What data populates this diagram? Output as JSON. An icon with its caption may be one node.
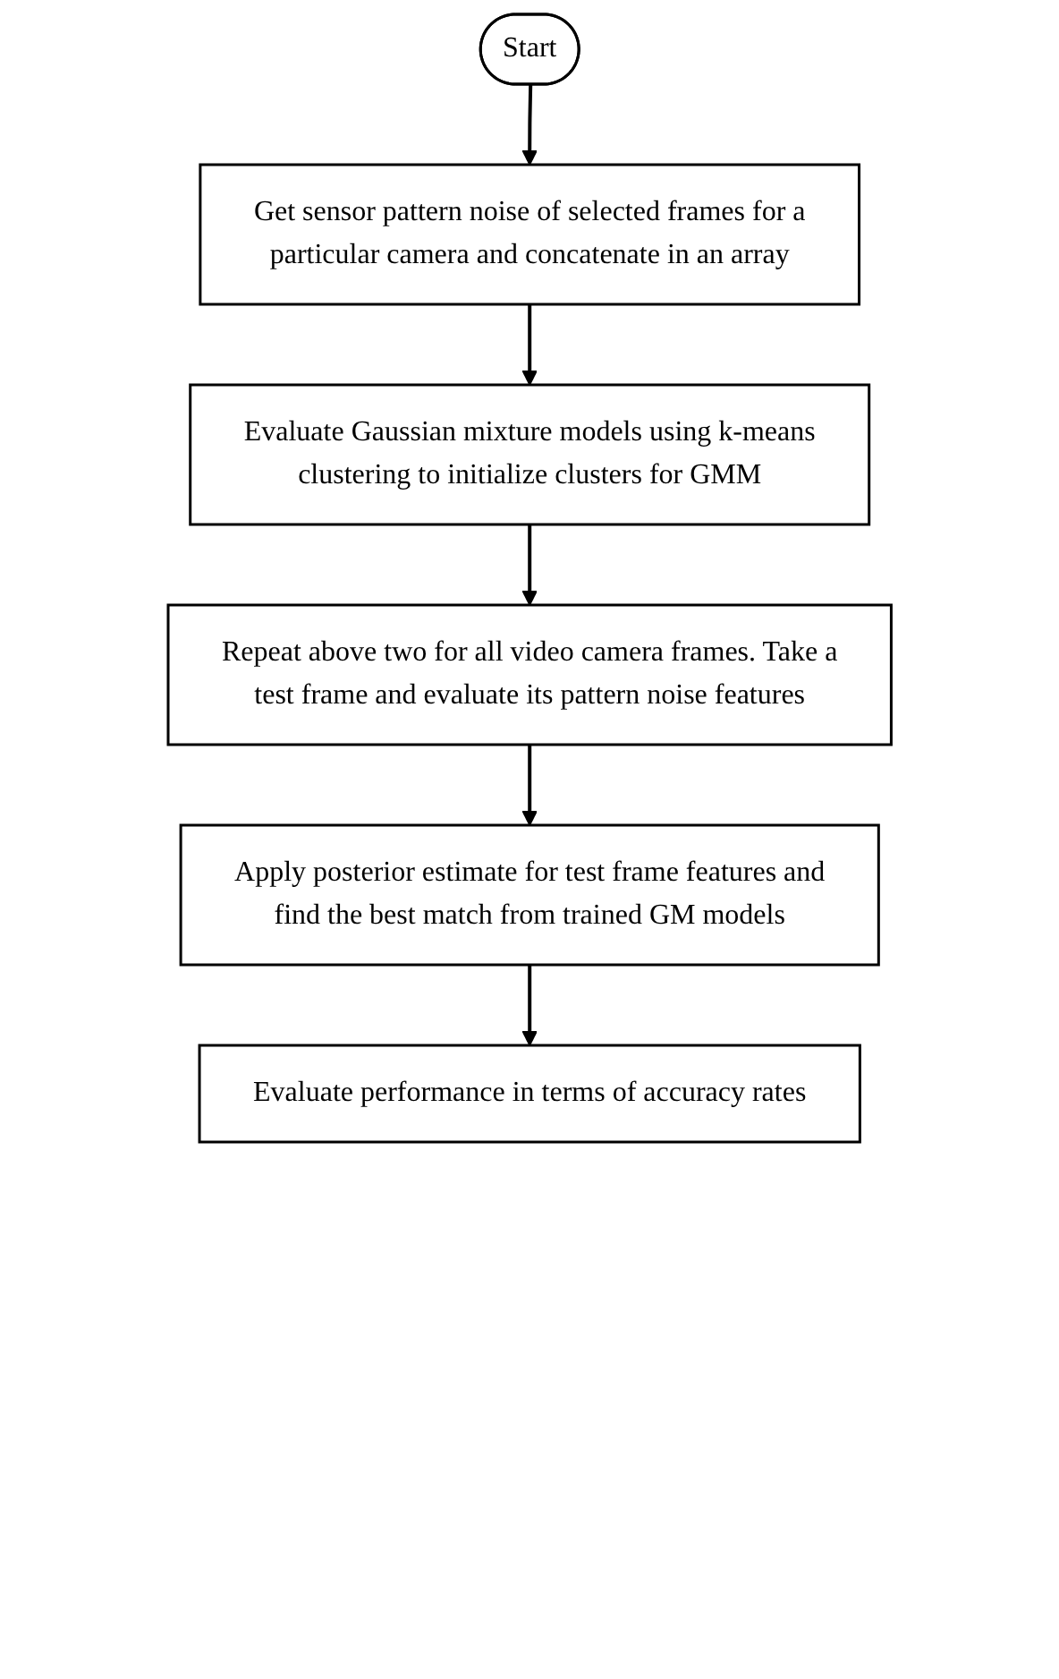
{
  "diagram": {
    "nodes": [
      {
        "text": [
          "Start"
        ]
      },
      {
        "text": [
          "Get sensor pattern noise of selected frames for a particular camera and concatenate in an array"
        ]
      },
      {
        "text": [
          "Evaluate Gaussian mixture models using k-means clustering to initialize clusters for GMM"
        ]
      },
      {
        "text": [
          "Repeat above two for all video camera frames. Take a test frame and evaluate its pattern noise features"
        ]
      },
      {
        "text": [
          "Apply posterior estimate for test frame features and find the best match from trained GM models"
        ]
      },
      {
        "text": [
          "Evaluate performance in terms of accuracy rates"
        ]
      }
    ],
    "edges": [
      {
        "from": 0,
        "to": 1,
        "arrow": "to"
      },
      {
        "from": 1,
        "to": 2,
        "arrow": "to"
      },
      {
        "from": 2,
        "to": 3,
        "arrow": "to"
      },
      {
        "from": 3,
        "to": 4,
        "arrow": "to"
      },
      {
        "from": 4,
        "to": 5,
        "arrow": "to"
      }
    ]
  }
}
